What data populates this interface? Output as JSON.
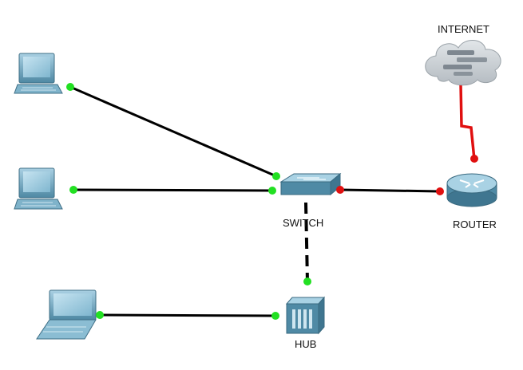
{
  "labels": {
    "internet": "INTERNET",
    "switch": "SWITCH",
    "router": "ROUTER",
    "hub": "HUB"
  },
  "colors": {
    "link_up": "#22e022",
    "link_down": "#e01010",
    "cable": "#000000",
    "wan_cable": "#e01010",
    "device_blue": "#5f9ab3",
    "cloud_gray": "#c9ced2"
  },
  "nodes": [
    {
      "id": "pc1",
      "type": "desktop-pc"
    },
    {
      "id": "pc2",
      "type": "desktop-pc"
    },
    {
      "id": "laptop",
      "type": "laptop"
    },
    {
      "id": "switch",
      "type": "switch",
      "label": "SWITCH"
    },
    {
      "id": "hub",
      "type": "hub",
      "label": "HUB"
    },
    {
      "id": "router",
      "type": "router",
      "label": "ROUTER"
    },
    {
      "id": "internet",
      "type": "cloud",
      "label": "INTERNET"
    }
  ],
  "links": [
    {
      "from": "pc1",
      "to": "switch",
      "style": "solid",
      "status": "up"
    },
    {
      "from": "pc2",
      "to": "switch",
      "style": "solid",
      "status": "up"
    },
    {
      "from": "laptop",
      "to": "hub",
      "style": "solid",
      "status": "up"
    },
    {
      "from": "switch",
      "to": "hub",
      "style": "dashed",
      "status": "up"
    },
    {
      "from": "switch",
      "to": "router",
      "style": "solid",
      "status": "down"
    },
    {
      "from": "router",
      "to": "internet",
      "style": "serial",
      "status": "down"
    }
  ]
}
